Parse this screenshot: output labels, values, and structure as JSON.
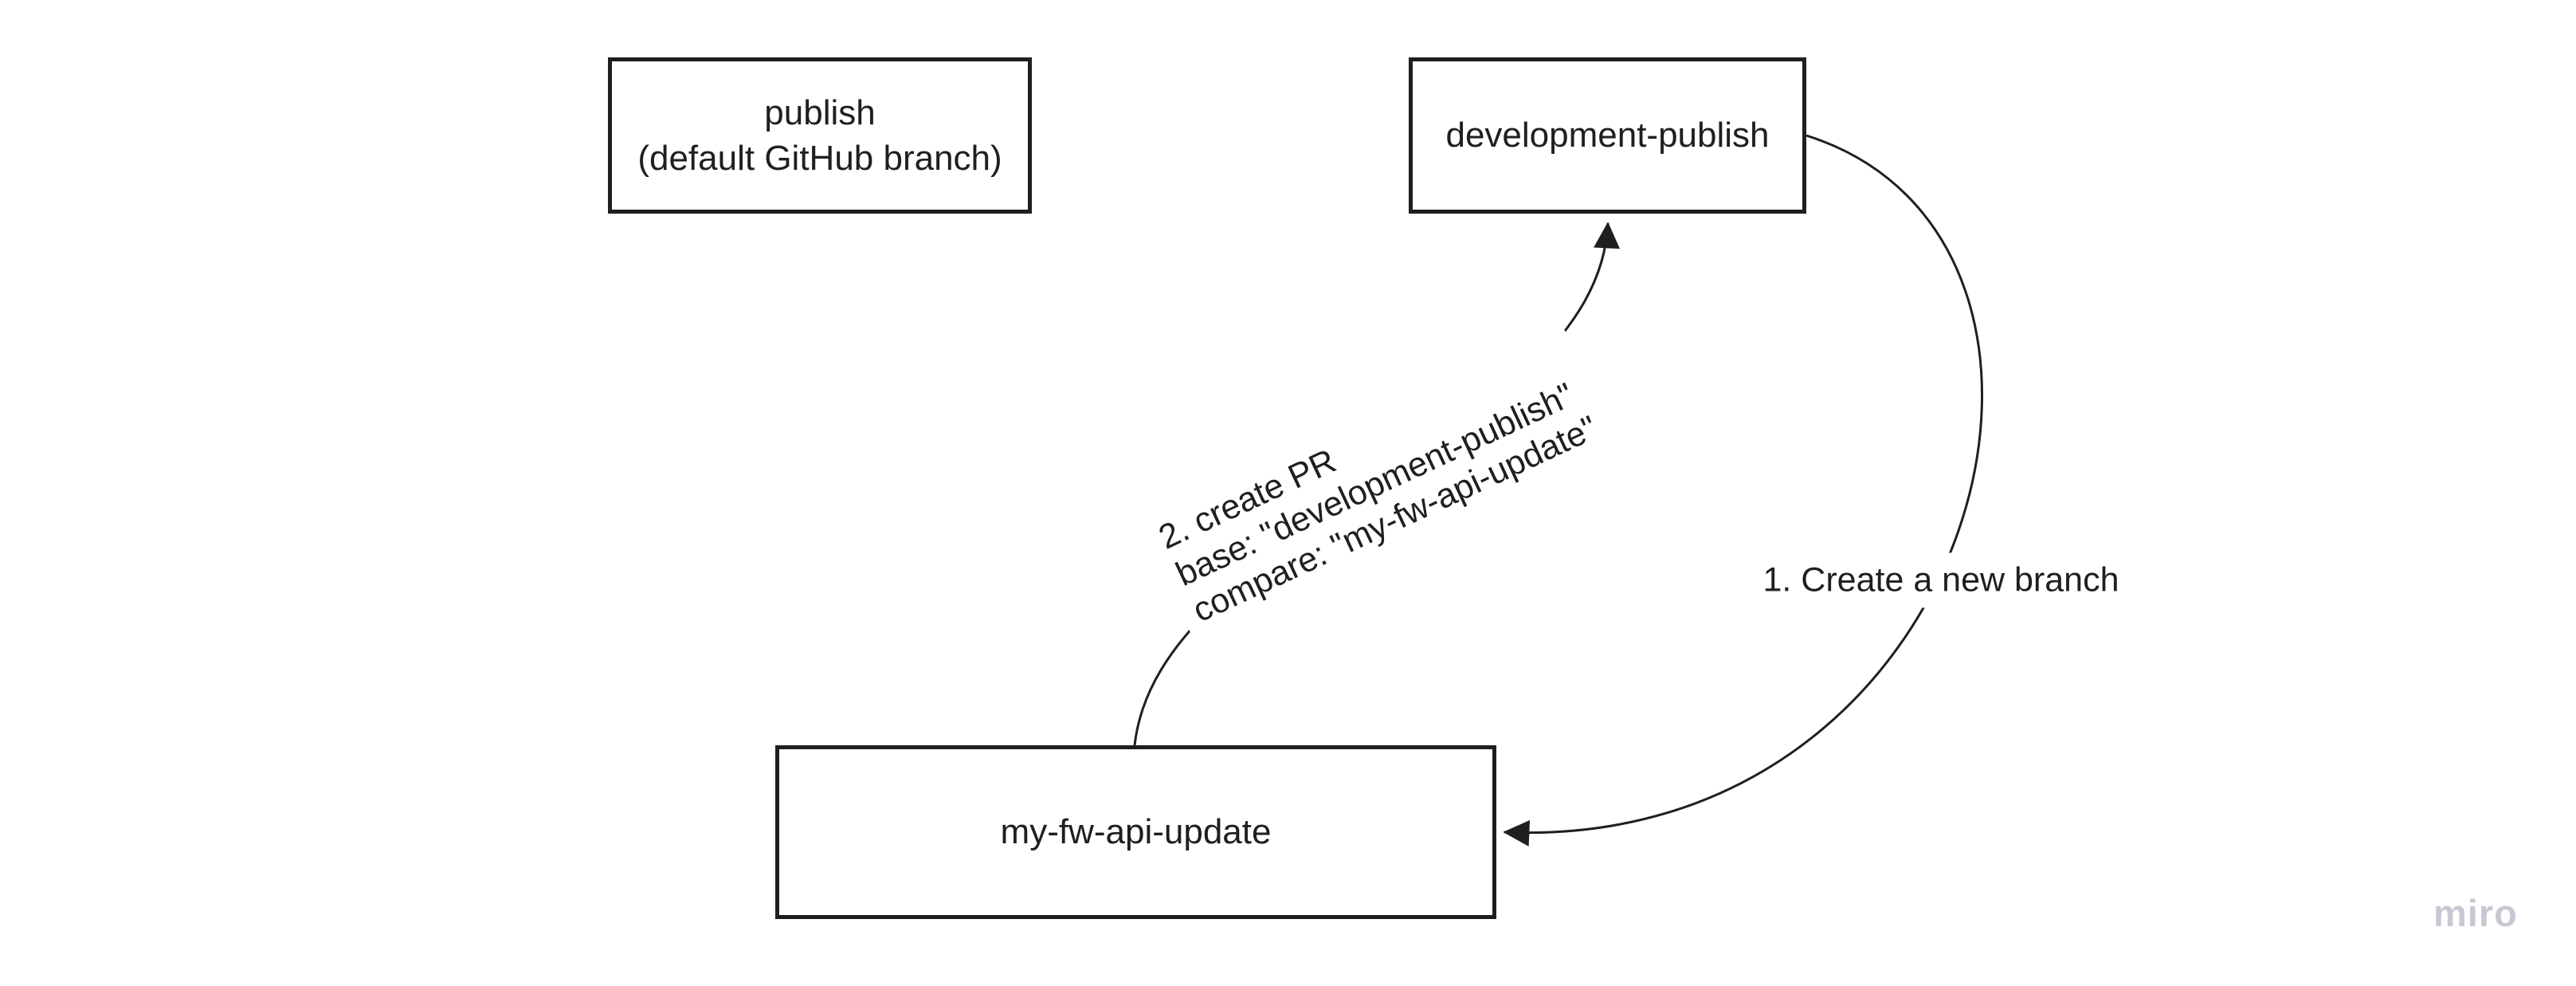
{
  "canvas": {
    "background_color": "#ffffff",
    "ink_color": "#1f1f1f"
  },
  "nodes": [
    {
      "id": "publish",
      "lines": [
        "publish",
        "(default GitHub branch)"
      ]
    },
    {
      "id": "development-publish",
      "label": "development-publish"
    },
    {
      "id": "my-fw-api-update",
      "label": "my-fw-api-update"
    }
  ],
  "edges": [
    {
      "id": "create-branch",
      "from": "development-publish",
      "to": "my-fw-api-update",
      "label": "1. Create a new branch"
    },
    {
      "id": "create-pr",
      "from": "my-fw-api-update",
      "to": "development-publish",
      "label_lines": [
        "2. create PR",
        "base: \"development-publish\"",
        "compare: \"my-fw-api-update\""
      ]
    }
  ],
  "watermark": {
    "text": "miro",
    "color": "#c7c8d2"
  }
}
